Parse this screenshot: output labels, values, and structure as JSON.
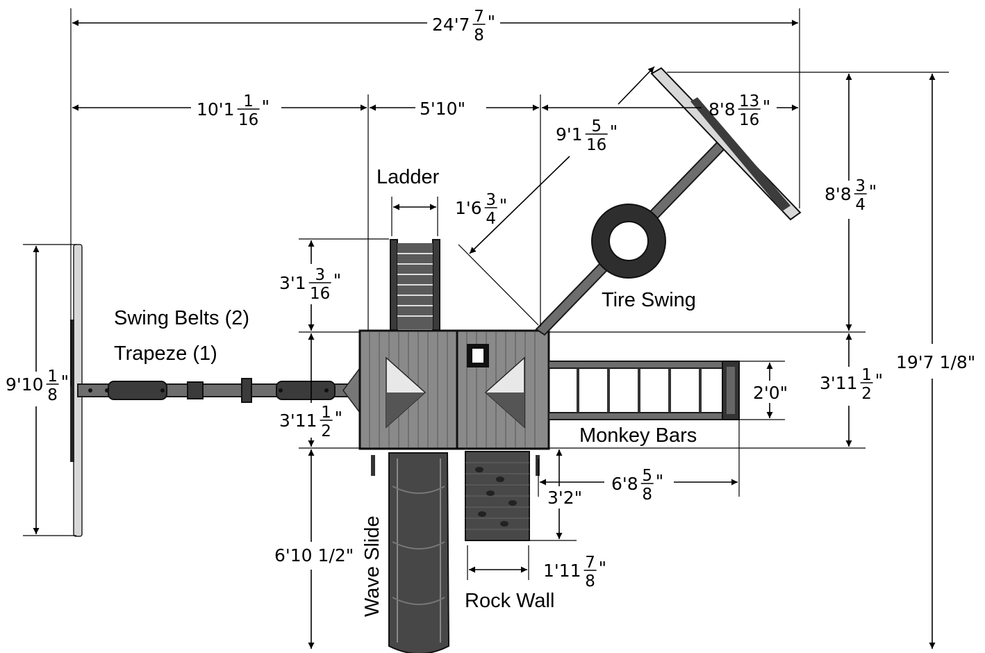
{
  "components": {
    "ladder": "Ladder",
    "tire_swing": "Tire Swing",
    "swing_belts": "Swing Belts (2)",
    "trapeze": "Trapeze (1)",
    "monkey_bars": "Monkey Bars",
    "wave_slide": "Wave Slide",
    "rock_wall": "Rock Wall"
  },
  "dimensions": {
    "overall_width": {
      "whole": "24'7",
      "num": "7",
      "den": "8",
      "unit": "\""
    },
    "swing_beam": {
      "whole": "10'1",
      "num": "1",
      "den": "16",
      "unit": "\""
    },
    "deck_width": "5'10\"",
    "tire_right": {
      "whole": "8'8",
      "num": "13",
      "den": "16",
      "unit": "\""
    },
    "tire_beam": {
      "whole": "9'1",
      "num": "5",
      "den": "16",
      "unit": "\""
    },
    "ladder_width": {
      "whole": "1'6",
      "num": "3",
      "den": "4",
      "unit": "\""
    },
    "tire_height": {
      "whole": "8'8",
      "num": "3",
      "den": "4",
      "unit": "\""
    },
    "ladder_depth": {
      "whole": "3'1",
      "num": "3",
      "den": "16",
      "unit": "\""
    },
    "swing_width": {
      "whole": "9'10",
      "num": "1",
      "den": "8",
      "unit": "\""
    },
    "deck_depth_left": {
      "whole": "3'11",
      "num": "1",
      "den": "2",
      "unit": "\""
    },
    "deck_depth_right": {
      "whole": "3'11",
      "num": "1",
      "den": "2",
      "unit": "\""
    },
    "monkey_width": "2'0\"",
    "overall_depth": "19'7 1/8\"",
    "monkey_length": {
      "whole": "6'8",
      "num": "5",
      "den": "8",
      "unit": "\""
    },
    "rock_offset": "3'2\"",
    "slide_length": "6'10 1/2\"",
    "rock_width": {
      "whole": "1'11",
      "num": "7",
      "den": "8",
      "unit": "\""
    }
  }
}
